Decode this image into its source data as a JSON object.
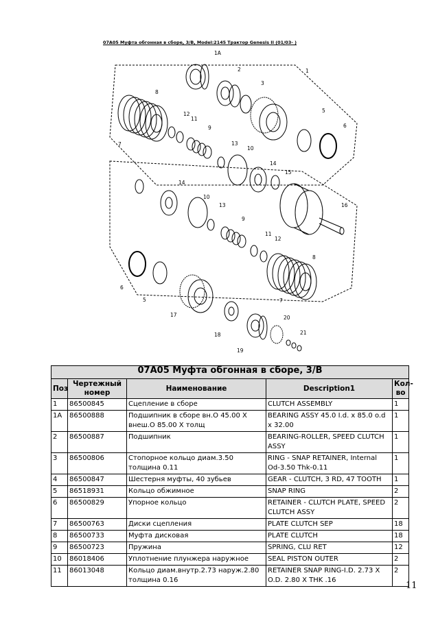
{
  "diagram": {
    "caption": "07A05 Муфта обгонная в сборе, 3/B, Model:2145 Трактор Genesis II (01/03- )",
    "callouts": [
      "1A",
      "1",
      "2",
      "3",
      "8",
      "12",
      "11",
      "9",
      "7",
      "13",
      "10",
      "14",
      "15",
      "5",
      "6",
      "14",
      "10",
      "13",
      "16",
      "9",
      "11",
      "12",
      "8",
      "7",
      "6",
      "5",
      "17",
      "18",
      "19",
      "20",
      "21"
    ]
  },
  "table": {
    "title": "07A05 Муфта обгонная в сборе, 3/B",
    "headers": {
      "pos": "Поз",
      "part_no": "Чертежный номер",
      "name_ru": "Наименование",
      "desc_en": "Description1",
      "qty": "Кол-во"
    },
    "rows": [
      {
        "pos": "1",
        "part_no": "86500845",
        "name_ru": "Сцепление в сборе",
        "desc_en": "CLUTCH ASSEMBLY",
        "qty": "1"
      },
      {
        "pos": "1A",
        "part_no": "86500888",
        "name_ru": "Подшипник в сборе вн.О 45.00 X внеш.О 85.00 X толщ",
        "desc_en": "BEARING ASSY 45.0 I.d. x 85.0 o.d x 32.00",
        "qty": "1"
      },
      {
        "pos": "2",
        "part_no": "86500887",
        "name_ru": "Подшипник",
        "desc_en": "BEARING-ROLLER, SPEED CLUTCH ASSY",
        "qty": "1"
      },
      {
        "pos": "3",
        "part_no": "86500806",
        "name_ru": "Стопорное кольцо диам.3.50 толщина 0.11",
        "desc_en": "RING - SNAP RETAINER, Internal Od-3.50 Thk-0.11",
        "qty": "1"
      },
      {
        "pos": "4",
        "part_no": "86500847",
        "name_ru": "Шестерня муфты, 40 зубьев",
        "desc_en": "GEAR - CLUTCH, 3 RD, 47 TOOTH",
        "qty": "1"
      },
      {
        "pos": "5",
        "part_no": "86518931",
        "name_ru": "Кольцо обжимное",
        "desc_en": "SNAP RING",
        "qty": "2"
      },
      {
        "pos": "6",
        "part_no": "86500829",
        "name_ru": "Упорное кольцо",
        "desc_en": "RETAINER - CLUTCH PLATE, SPEED CLUTCH ASSY",
        "qty": "2"
      },
      {
        "pos": "7",
        "part_no": "86500763",
        "name_ru": "Диски сцепления",
        "desc_en": "PLATE CLUTCH SEP",
        "qty": "18"
      },
      {
        "pos": "8",
        "part_no": "86500733",
        "name_ru": "Муфта дисковая",
        "desc_en": "PLATE CLUTCH",
        "qty": "18"
      },
      {
        "pos": "9",
        "part_no": "86500723",
        "name_ru": "Пружина",
        "desc_en": "SPRING, CLU RET",
        "qty": "12"
      },
      {
        "pos": "10",
        "part_no": "86018406",
        "name_ru": "Уплотнение плунжера наружное",
        "desc_en": "SEAL PISTON OUTER",
        "qty": "2"
      },
      {
        "pos": "11",
        "part_no": "86013048",
        "name_ru": "Кольцо диам.внутр.2.73 наруж.2.80 толщина 0.16",
        "desc_en": "RETAINER SNAP RING-I.D. 2.73 X O.D. 2.80 X THK .16",
        "qty": "2"
      }
    ]
  },
  "page_number": "11"
}
